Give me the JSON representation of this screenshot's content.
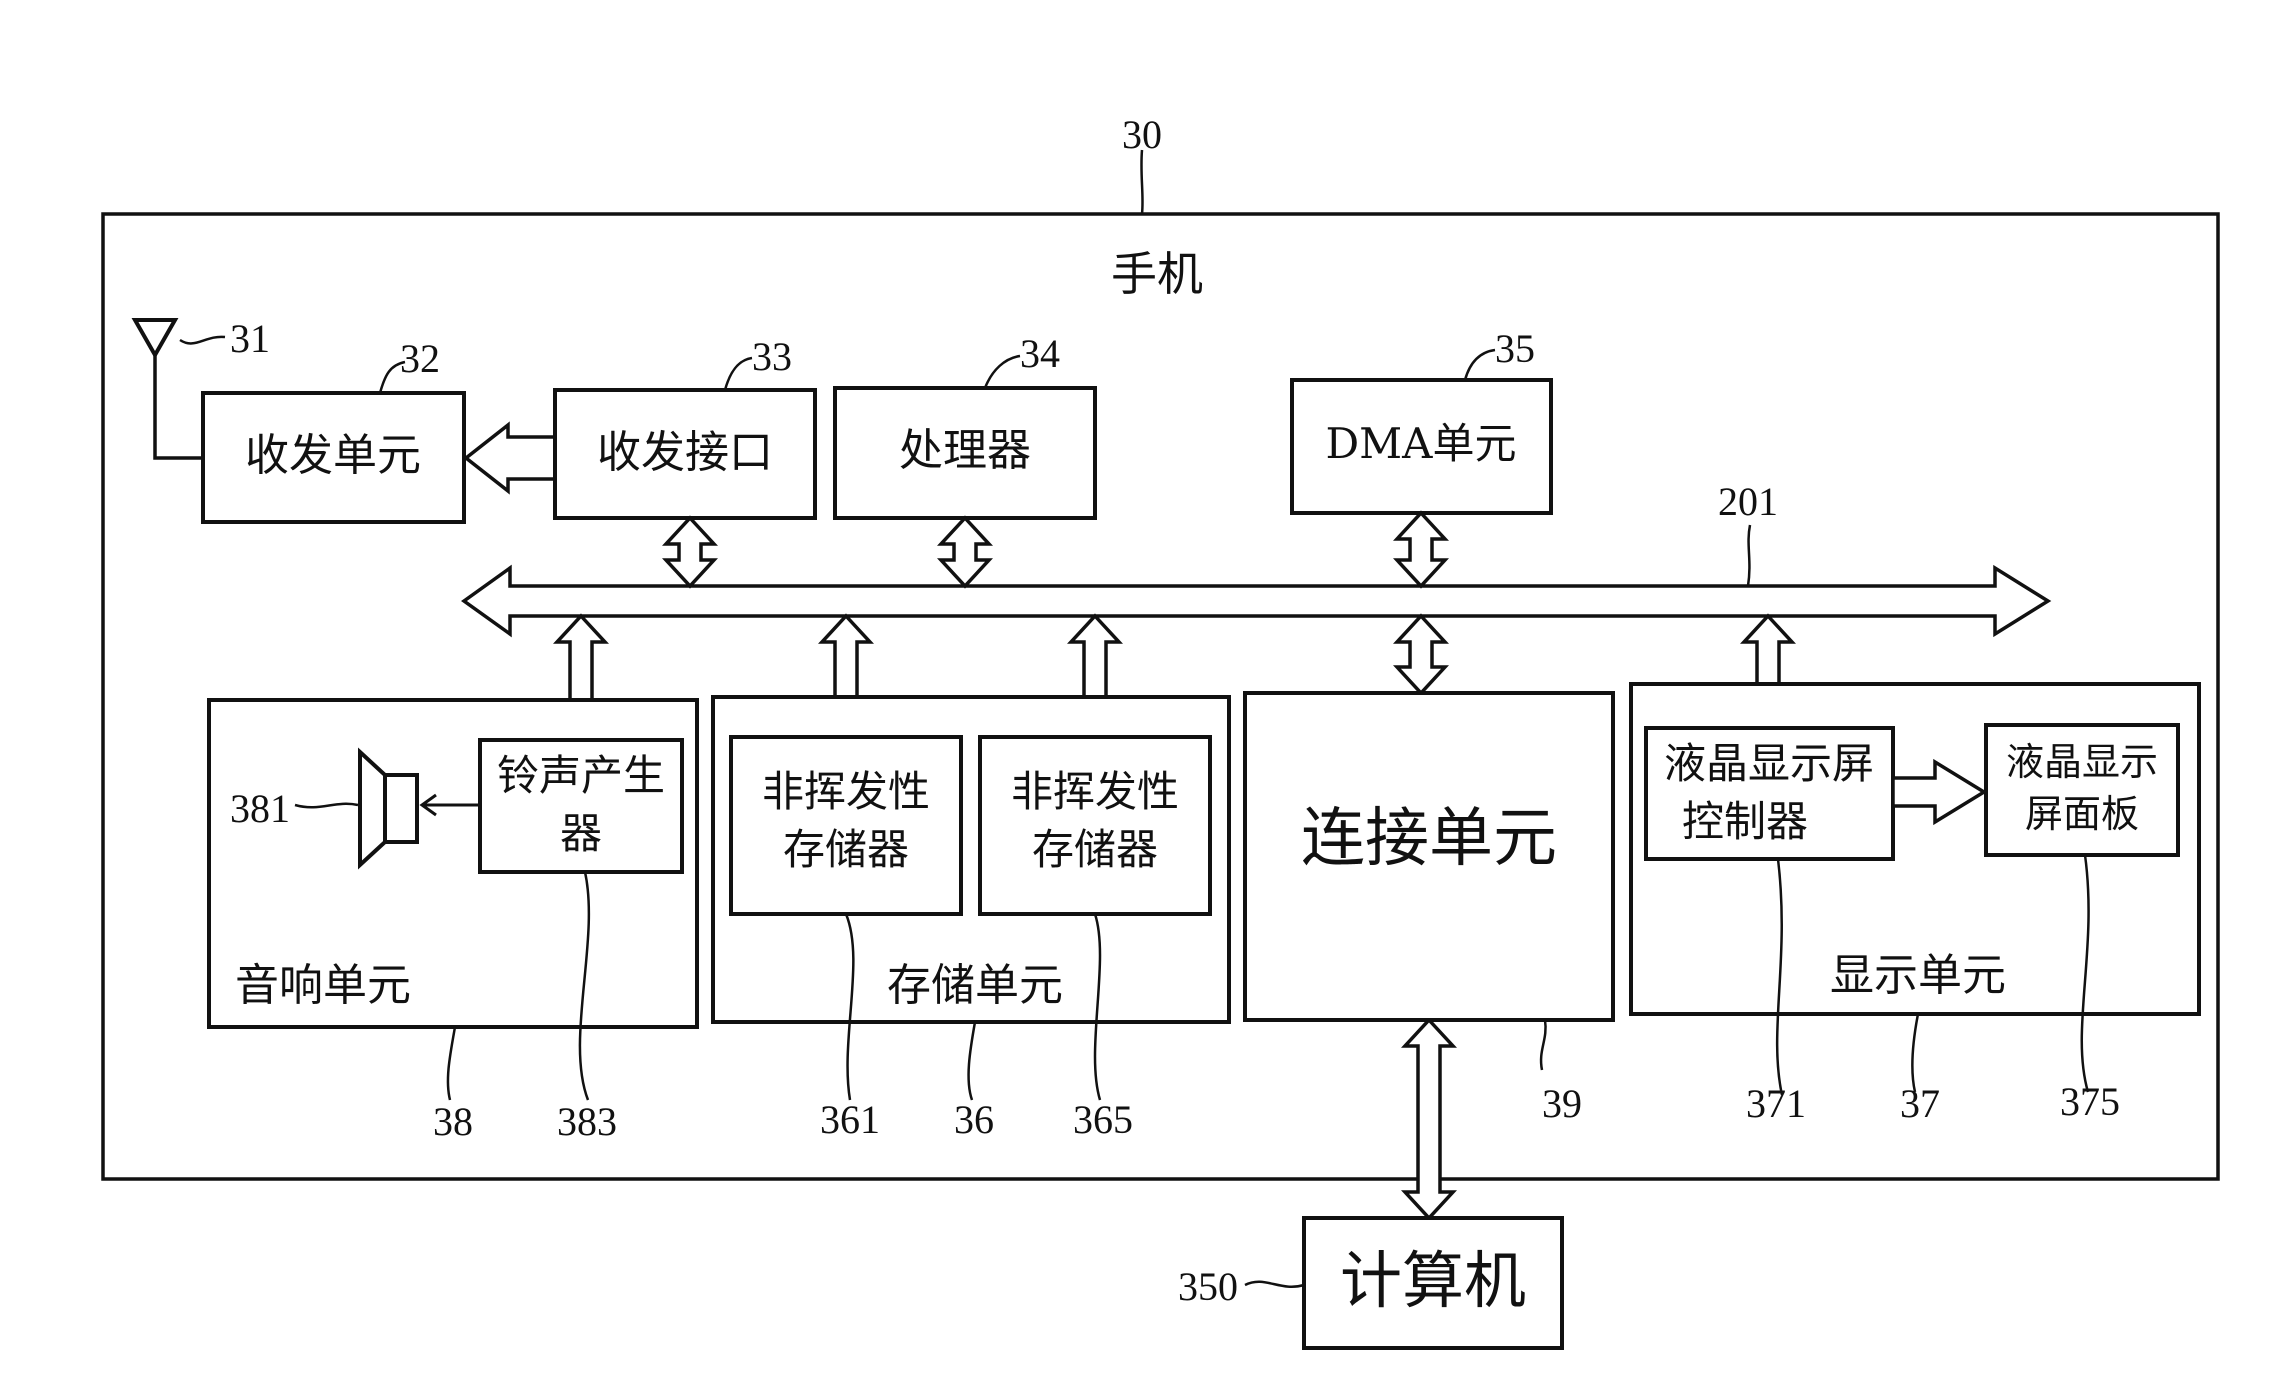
{
  "device": {
    "ref": "30",
    "title": "手机"
  },
  "antenna": {
    "ref": "31"
  },
  "bus": {
    "ref": "201"
  },
  "blocks": {
    "transceiver_unit": {
      "ref": "32",
      "label": "收发单元"
    },
    "transceiver_interface": {
      "ref": "33",
      "label": "收发接口"
    },
    "processor": {
      "ref": "34",
      "label": "处理器"
    },
    "dma_unit": {
      "ref": "35",
      "label": "DMA单元"
    },
    "audio_unit": {
      "ref": "38",
      "label": "音响单元"
    },
    "speaker": {
      "ref": "381"
    },
    "ringtone_generator": {
      "ref": "383",
      "label_line1": "铃声产生",
      "label_line2": "器"
    },
    "storage_unit": {
      "ref": "36",
      "label": "存储单元"
    },
    "nvm_1": {
      "ref": "361",
      "label_line1": "非挥发性",
      "label_line2": "存储器"
    },
    "nvm_2": {
      "ref": "365",
      "label_line1": "非挥发性",
      "label_line2": "存储器"
    },
    "connection_unit": {
      "ref": "39",
      "label": "连接单元"
    },
    "display_unit": {
      "ref": "37",
      "label": "显示单元"
    },
    "lcd_controller": {
      "ref": "371",
      "label_line1": "液晶显示屏",
      "label_line2": "控制器"
    },
    "lcd_panel": {
      "ref": "375",
      "label_line1": "液晶显示",
      "label_line2": "屏面板"
    },
    "computer": {
      "ref": "350",
      "label": "计算机"
    }
  }
}
